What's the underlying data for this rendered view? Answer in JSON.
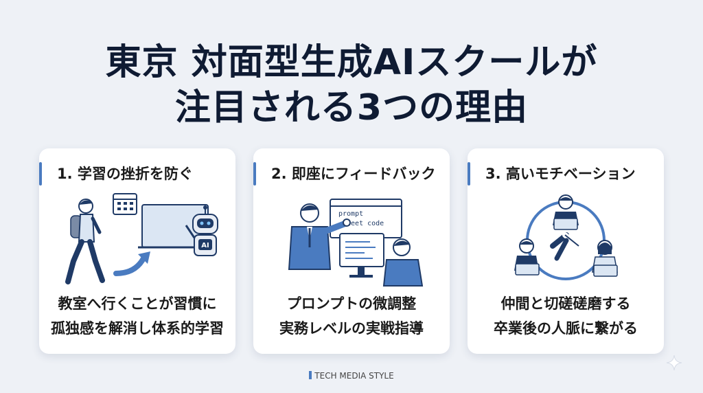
{
  "title": {
    "line1": "東京 対面型生成AIスクールが",
    "line2": "注目される3つの理由"
  },
  "cards": [
    {
      "heading": "1. 学習の挫折を防ぐ",
      "desc_line1": "教室へ行くことが習慣に",
      "desc_line2": "孤独感を解消し体系的学習",
      "illus_label": "AI"
    },
    {
      "heading": "2. 即座にフィードバック",
      "desc_line1": "プロンプトの微調整",
      "desc_line2": "実務レベルの実戦指導",
      "illus_label1": "prompt",
      "illus_label2": "cheet code"
    },
    {
      "heading": "3. 高いモチベーション",
      "desc_line1": "仲間と切磋磋磨する",
      "desc_line2": "卒業後の人脈に繋がる"
    }
  ],
  "footer": "TECH MEDIA STYLE",
  "colors": {
    "accent": "#4a7bc0",
    "navy": "#1f3a66",
    "background": "#eef1f6"
  }
}
